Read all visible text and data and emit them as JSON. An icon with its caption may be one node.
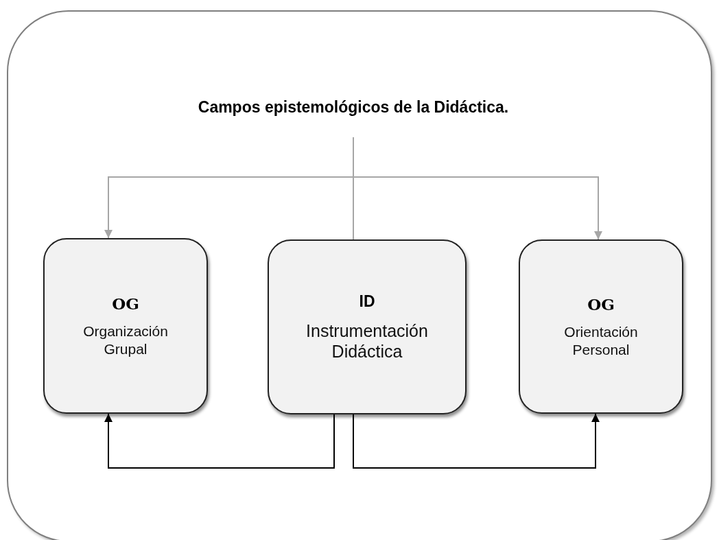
{
  "diagram": {
    "nodes": [
      {
        "text": [],
        "shape": "box"
      },
      {
        "text": [
          "Campos epistemológicos de la Didáctica."
        ],
        "in": 0
      },
      {
        "text": [
          "OG",
          "Organización Grupal"
        ],
        "in": 0
      },
      {
        "text": [
          "ID",
          "Instrumentación Didáctica"
        ],
        "in": 0
      },
      {
        "text": [
          "OG",
          "Orientación Personal"
        ],
        "in": 0
      }
    ],
    "edges": [
      {
        "from": 1,
        "to": 2,
        "arrow": "to"
      },
      {
        "from": 1,
        "to": 3,
        "arrow": "none"
      },
      {
        "from": 1,
        "to": 4,
        "arrow": "to"
      },
      {
        "from": 3,
        "to": 2,
        "arrow": "to",
        "color": "#000000"
      },
      {
        "from": 3,
        "to": 4,
        "arrow": "to",
        "color": "#000000"
      }
    ]
  }
}
